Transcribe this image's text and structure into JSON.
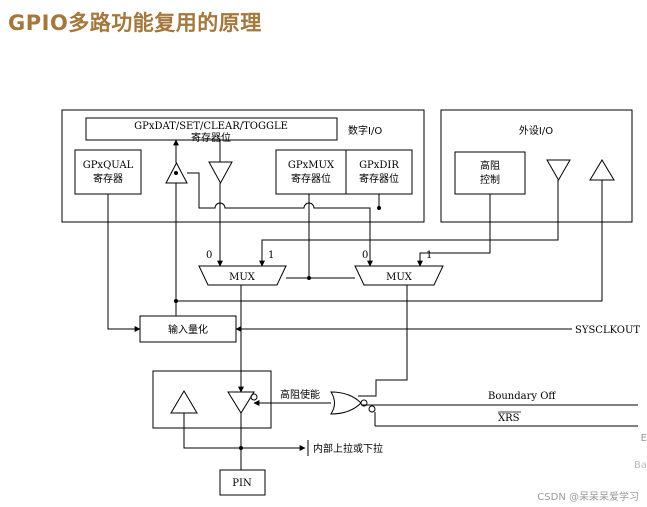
{
  "title": "GPIO多路功能复用的原理",
  "labels": {
    "gpxdat": "GPxDAT/SET/CLEAR/TOGGLE",
    "gpxdat_sub": "寄存器位",
    "digital_io": "数字I/O",
    "gpxqual": "GPxQUAL",
    "gpxqual_sub": "寄存器",
    "gpxmux": "GPxMUX",
    "gpxmux_sub": "寄存器位",
    "gpxdir": "GPxDIR",
    "gpxdir_sub": "寄存器位",
    "peripheral_io": "外设I/O",
    "high_z_line1": "高阻",
    "high_z_line2": "控制",
    "mux_left": "MUX",
    "mux_right": "MUX",
    "mux_left_in0": "0",
    "mux_left_in1": "1",
    "mux_right_in0": "0",
    "mux_right_in1": "1",
    "input_qual": "输入量化",
    "sysclkout": "SYSCLKOUT",
    "high_z_enable": "高阻使能",
    "boundary_off": "Boundary Off",
    "xrs": "XRS",
    "pullup": "内部上拉或下拉",
    "pin": "PIN"
  },
  "watermark": "CSDN @呆呆呆爱学习",
  "edge_fragments": [
    "E",
    "Ba"
  ]
}
